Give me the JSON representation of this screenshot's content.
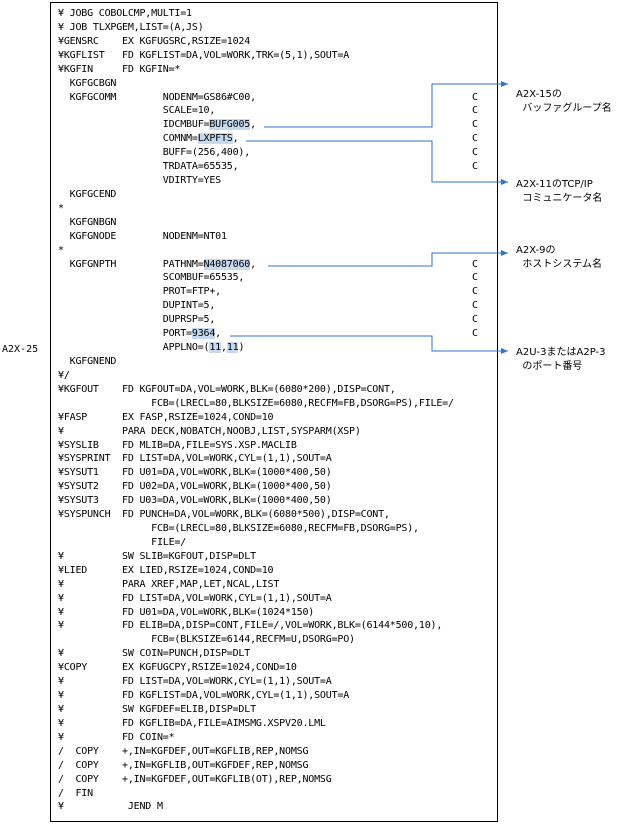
{
  "side_label": "A2X-25",
  "lines": [
    {
      "text": "¥ JOBG COBOLCMP,MULTI=1"
    },
    {
      "text": "¥ JOB TLXPGEM,LIST=(A,JS)"
    },
    {
      "text": "¥GENSRC    EX KGFUGSRC,RSIZE=1024"
    },
    {
      "text": "¥KGFLIST   FD KGFLIST=DA,VOL=WORK,TRK=(5,1),SOUT=A"
    },
    {
      "text": "¥KGFIN     FD KGFIN=*"
    },
    {
      "text": "  KGFGCBGN"
    },
    {
      "text": "  KGFGCOMM        NODENM=GS86#C00,",
      "cont": "C"
    },
    {
      "text": "                  SCALE=10,",
      "cont": "C"
    },
    {
      "pre": "                  IDCMBUF=",
      "hl": "BUFG005",
      "post": ",",
      "cont": "C"
    },
    {
      "pre": "                  COMNM=",
      "hl": "LXPFTS",
      "post": ",",
      "cont": "C"
    },
    {
      "text": "                  BUFF=(256,400),",
      "cont": "C"
    },
    {
      "text": "                  TRDATA=65535,",
      "cont": "C"
    },
    {
      "text": "                  VDIRTY=YES"
    },
    {
      "text": "  KGFGCEND"
    },
    {
      "text": "*"
    },
    {
      "text": "  KGFGNBGN"
    },
    {
      "text": "  KGFGNODE        NODENM=NT01"
    },
    {
      "text": "*"
    },
    {
      "pre": "  KGFGNPTH        PATHNM=",
      "hl": "N4087060",
      "post": ",",
      "cont": "C"
    },
    {
      "text": "                  SCOMBUF=65535,",
      "cont": "C"
    },
    {
      "text": "                  PROT=FTP+,",
      "cont": "C"
    },
    {
      "text": "                  DUPINT=5,",
      "cont": "C"
    },
    {
      "text": "                  DUPRSP=5,",
      "cont": "C"
    },
    {
      "pre": "                  PORT=",
      "hl": "9364",
      "post": ",",
      "cont": "C"
    },
    {
      "pre": "                  APPLNO=(",
      "hl": "11",
      "mid": ",",
      "hl2": "11",
      "post": ")"
    },
    {
      "text": "  KGFGNEND"
    },
    {
      "text": "¥/"
    },
    {
      "text": "¥KGFOUT    FD KGFOUT=DA,VOL=WORK,BLK=(6080*200),DISP=CONT,"
    },
    {
      "text": "                FCB=(LRECL=80,BLKSIZE=6080,RECFM=FB,DSORG=PS),FILE=/"
    },
    {
      "text": "¥FASP      EX FASP,RSIZE=1024,COND=10"
    },
    {
      "text": "¥          PARA DECK,NOBATCH,NOOBJ,LIST,SYSPARM(XSP)"
    },
    {
      "text": "¥SYSLIB    FD MLIB=DA,FILE=SYS.XSP.MACLIB"
    },
    {
      "text": "¥SYSPRINT  FD LIST=DA,VOL=WORK,CYL=(1,1),SOUT=A"
    },
    {
      "text": "¥SYSUT1    FD U01=DA,VOL=WORK,BLK=(1000*400,50)"
    },
    {
      "text": "¥SYSUT2    FD U02=DA,VOL=WORK,BLK=(1000*400,50)"
    },
    {
      "text": "¥SYSUT3    FD U03=DA,VOL=WORK,BLK=(1000*400,50)"
    },
    {
      "text": "¥SYSPUNCH  FD PUNCH=DA,VOL=WORK,BLK=(6080*500),DISP=CONT,"
    },
    {
      "text": "                FCB=(LRECL=80,BLKSIZE=6080,RECFM=FB,DSORG=PS),"
    },
    {
      "text": "                FILE=/"
    },
    {
      "text": "¥          SW SLIB=KGFOUT,DISP=DLT"
    },
    {
      "text": "¥LIED      EX LIED,RSIZE=1024,COND=10"
    },
    {
      "text": "¥          PARA XREF,MAP,LET,NCAL,LIST"
    },
    {
      "text": "¥          FD LIST=DA,VOL=WORK,CYL=(1,1),SOUT=A"
    },
    {
      "text": "¥          FD U01=DA,VOL=WORK,BLK=(1024*150)"
    },
    {
      "text": "¥          FD ELIB=DA,DISP=CONT,FILE=/,VOL=WORK,BLK=(6144*500,10),"
    },
    {
      "text": "                FCB=(BLKSIZE=6144,RECFM=U,DSORG=PO)"
    },
    {
      "text": "¥          SW COIN=PUNCH,DISP=DLT"
    },
    {
      "text": "¥COPY      EX KGFUGCPY,RSIZE=1024,COND=10"
    },
    {
      "text": "¥          FD LIST=DA,VOL=WORK,CYL=(1,1),SOUT=A"
    },
    {
      "text": "¥          FD KGFLIST=DA,VOL=WORK,CYL=(1,1),SOUT=A"
    },
    {
      "text": "¥          SW KGFDEF=ELIB,DISP=DLT"
    },
    {
      "text": "¥          FD KGFLIB=DA,FILE=AIMSMG.XSPV20.LML"
    },
    {
      "text": "¥          FD COIN=*"
    },
    {
      "text": "/  COPY    +,IN=KGFDEF,OUT=KGFLIB,REP,NOMSG"
    },
    {
      "text": "/  COPY    +,IN=KGFLIB,OUT=KGFDEF,REP,NOMSG"
    },
    {
      "text": "/  COPY    +,IN=KGFDEF,OUT=KGFLIB(OT),REP,NOMSG"
    },
    {
      "text": "/  FIN"
    },
    {
      "text": "¥           JEND M"
    }
  ],
  "notes": [
    {
      "text": "A2X-15の\n  バッファグループ名"
    },
    {
      "text": "A2X-11のTCP/IP\n  コミュニケータ名"
    },
    {
      "text": "A2X-9の\n  ホストシステム名"
    },
    {
      "text": "A2U-3またはA2P-3\n  のポート番号"
    }
  ]
}
